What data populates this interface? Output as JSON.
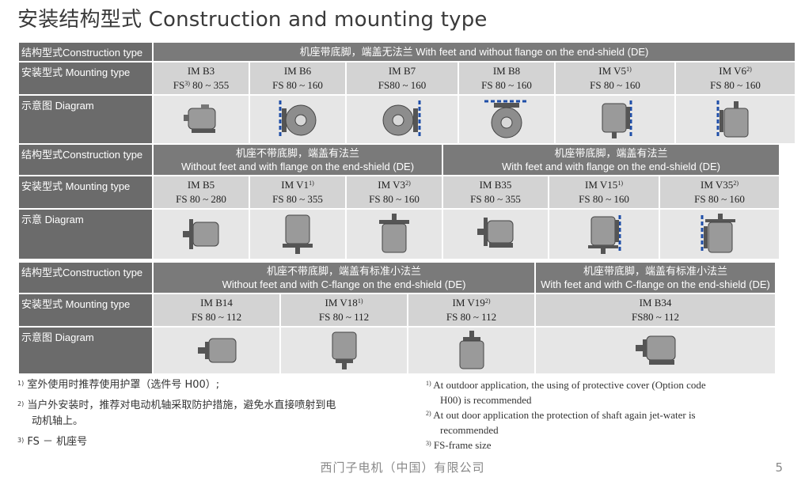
{
  "title": "安装结构型式 Construction and mounting type",
  "labels": {
    "construction": "结构型式Construction type",
    "mounting": "安装型式 Mounting type",
    "diagram1": "示意图 Diagram",
    "diagram2": "示意 Diagram",
    "diagram3": "示意图 Diagram"
  },
  "section1": {
    "header": "机座带底脚，端盖无法兰 With feet and without flange on the end-shield (DE)",
    "items": [
      {
        "code": "IM B3",
        "sup": "",
        "fs_prefix": "FS",
        "fs_sup": "3)",
        "fs": " 80 ~ 355",
        "icon": "motor-feet-horizontal-icon"
      },
      {
        "code": "IM B6",
        "sup": "",
        "fs_prefix": "FS",
        "fs_sup": "",
        "fs": " 80 ~ 160",
        "icon": "motor-wall-mount-icon"
      },
      {
        "code": "IM B7",
        "sup": "",
        "fs_prefix": "FS",
        "fs_sup": "",
        "fs": "80 ~ 160",
        "icon": "motor-wall-mount-icon"
      },
      {
        "code": "IM B8",
        "sup": "",
        "fs_prefix": "FS",
        "fs_sup": "",
        "fs": " 80 ~ 160",
        "icon": "motor-ceiling-mount-icon"
      },
      {
        "code": "IM V5",
        "sup": "1)",
        "fs_prefix": "FS",
        "fs_sup": "",
        "fs": " 80 ~ 160",
        "icon": "motor-vertical-wall-icon"
      },
      {
        "code": "IM V6",
        "sup": "2)",
        "fs_prefix": "FS",
        "fs_sup": "",
        "fs": " 80 ~ 160",
        "icon": "motor-vertical-wall-icon"
      }
    ]
  },
  "section2": {
    "header_left_cn": "机座不带底脚，端盖有法兰",
    "header_left_en": "Without feet and with flange on the end-shield (DE)",
    "header_right_cn": "机座带底脚，端盖有法兰",
    "header_right_en": "With feet and with flange on the end-shield (DE)",
    "items": [
      {
        "code": "IM B5",
        "sup": "",
        "fs": "FS 80 ~ 280",
        "icon": "motor-flange-horizontal-icon"
      },
      {
        "code": "IM V1",
        "sup": "1)",
        "fs": "FS 80 ~ 355",
        "icon": "motor-flange-vertical-icon"
      },
      {
        "code": "IM V3",
        "sup": "2)",
        "fs": "FS 80 ~ 160",
        "icon": "motor-flange-vertical-icon"
      },
      {
        "code": "IM B35",
        "sup": "",
        "fs": "FS 80 ~ 355",
        "icon": "motor-feet-flange-icon"
      },
      {
        "code": "IM V15",
        "sup": "1)",
        "fs": "FS 80 ~ 160",
        "icon": "motor-vertical-wall-icon"
      },
      {
        "code": "IM V35",
        "sup": "2)",
        "fs": "FS 80 ~ 160",
        "icon": "motor-vertical-wall-icon"
      }
    ]
  },
  "section3": {
    "header_left_cn": "机座不带底脚，端盖有标准小法兰",
    "header_left_en": "Without feet and with C-flange on the end-shield (DE)",
    "header_right_cn": "机座带底脚，端盖有标准小法兰",
    "header_right_en": "With feet and with C-flange on the end-shield (DE)",
    "items": [
      {
        "code": "IM B14",
        "sup": "",
        "fs": "FS 80 ~ 112",
        "icon": "motor-cflange-horizontal-icon"
      },
      {
        "code": "IM V18",
        "sup": "1)",
        "fs": "FS 80 ~ 112",
        "icon": "motor-cflange-vertical-icon"
      },
      {
        "code": "IM V19",
        "sup": "2)",
        "fs": "FS 80 ~ 112",
        "icon": "motor-cflange-vertical-icon"
      },
      {
        "code": "IM B34",
        "sup": "",
        "fs": "FS80 ~ 112",
        "icon": "motor-cflange-feet-icon"
      }
    ]
  },
  "footnotes_cn": [
    {
      "sup": "1)",
      "text": "室外使用时推荐使用护罩（选件号 H00）;"
    },
    {
      "sup": "2)",
      "text": "当户外安装时，推荐对电动机轴采取防护措施，避免水直接喷射到电"
    },
    {
      "sup": "",
      "text": "动机轴上。"
    },
    {
      "sup": "3)",
      "text": "FS － 机座号"
    }
  ],
  "footnotes_en": [
    {
      "sup": "1)",
      "text": "At outdoor application, the using of protective cover (Option code"
    },
    {
      "sup": "",
      "text": "H00) is recommended"
    },
    {
      "sup": "2)",
      "text": "At out door application the protection of shaft again jet-water is"
    },
    {
      "sup": "",
      "text": "recommended"
    },
    {
      "sup": "3)",
      "text": "FS-frame size"
    }
  ],
  "footer": "西门子电机（中国）有限公司",
  "page_number": "5",
  "colors": {
    "label_bg": "#6b6b6b",
    "header_bg": "#7a7a7a",
    "mounting_bg": "#d3d3d3",
    "diagram_bg": "#e6e6e6",
    "dash_blue": "#1f4ea8"
  }
}
